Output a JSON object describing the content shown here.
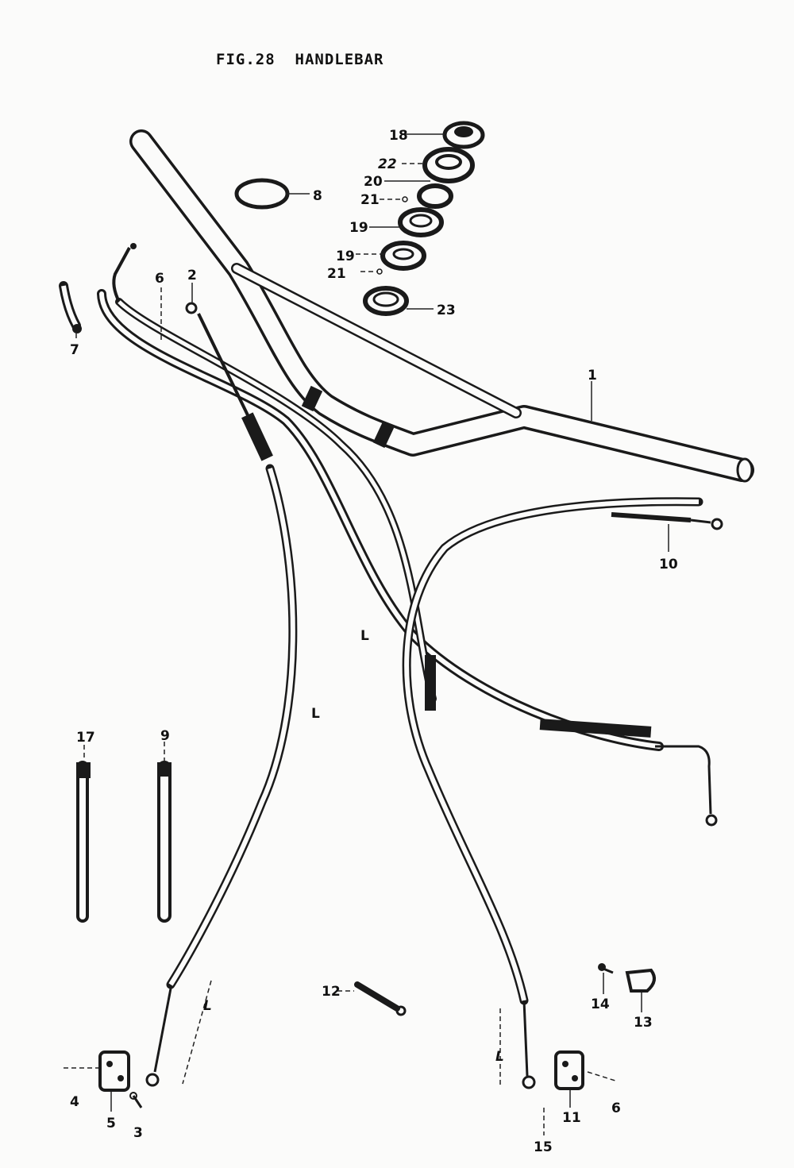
{
  "figure": {
    "title": "FIG.28  HANDLEBAR"
  },
  "callouts": [
    {
      "id": "c1",
      "text": "1"
    },
    {
      "id": "c2",
      "text": "2"
    },
    {
      "id": "c3",
      "text": "3"
    },
    {
      "id": "c4",
      "text": "4"
    },
    {
      "id": "c5",
      "text": "5"
    },
    {
      "id": "c6a",
      "text": "6"
    },
    {
      "id": "c6b",
      "text": "6"
    },
    {
      "id": "c7",
      "text": "7"
    },
    {
      "id": "c8",
      "text": "8"
    },
    {
      "id": "c9",
      "text": "9"
    },
    {
      "id": "c10",
      "text": "10"
    },
    {
      "id": "c11",
      "text": "11"
    },
    {
      "id": "c12",
      "text": "12"
    },
    {
      "id": "c13",
      "text": "13"
    },
    {
      "id": "c14",
      "text": "14"
    },
    {
      "id": "c15",
      "text": "15"
    },
    {
      "id": "c17",
      "text": "17"
    },
    {
      "id": "c18",
      "text": "18"
    },
    {
      "id": "c19a",
      "text": "19"
    },
    {
      "id": "c19b",
      "text": "19"
    },
    {
      "id": "c20",
      "text": "20"
    },
    {
      "id": "c21a",
      "text": "21"
    },
    {
      "id": "c21b",
      "text": "21"
    },
    {
      "id": "c22",
      "text": "22"
    },
    {
      "id": "c23",
      "text": "23"
    },
    {
      "id": "cL1",
      "text": "L"
    },
    {
      "id": "cL2",
      "text": "L"
    },
    {
      "id": "cL3",
      "text": "L"
    },
    {
      "id": "cL4",
      "text": "L"
    }
  ],
  "colors": {
    "line": "#1a1a1a",
    "paper": "#fbfbfa"
  }
}
